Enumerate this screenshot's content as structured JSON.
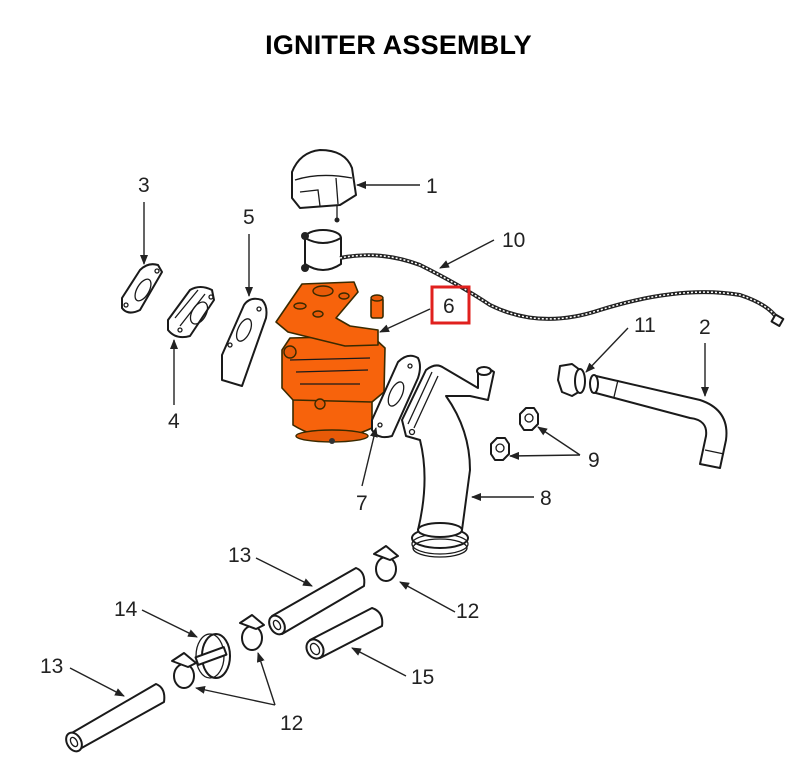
{
  "title": "IGNITER ASSEMBLY",
  "highlight": {
    "callout": "6",
    "box_color": "#e0201e",
    "part_color": "#f7630c"
  },
  "callouts": [
    {
      "id": "1",
      "part": "igniter-cap"
    },
    {
      "id": "2",
      "part": "bent-tube"
    },
    {
      "id": "3",
      "part": "small-gasket"
    },
    {
      "id": "4",
      "part": "spacer-block"
    },
    {
      "id": "5",
      "part": "plate-gasket"
    },
    {
      "id": "6",
      "part": "carburetor-body"
    },
    {
      "id": "7",
      "part": "flange-gasket"
    },
    {
      "id": "8",
      "part": "elbow-pipe"
    },
    {
      "id": "9",
      "part": "flange-nuts"
    },
    {
      "id": "10",
      "part": "igniter-wire"
    },
    {
      "id": "11",
      "part": "tube-connector"
    },
    {
      "id": "12",
      "part": "hose-clamps"
    },
    {
      "id": "13",
      "part": "straight-tubes"
    },
    {
      "id": "14",
      "part": "filter-disc"
    },
    {
      "id": "15",
      "part": "short-tube"
    }
  ]
}
